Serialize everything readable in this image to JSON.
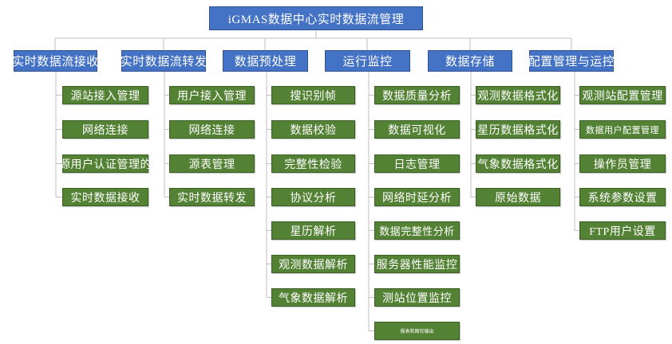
{
  "root": {
    "label": "iGMAS数据中心实时数据流管理"
  },
  "categories": [
    {
      "label": "实时数据流接收",
      "items": [
        "源站接入管理",
        "网络连接",
        "源用户认证管理的",
        "实时数据接收"
      ]
    },
    {
      "label": "实时数据流转发",
      "items": [
        "用户接入管理",
        "网络连接",
        "源表管理",
        "实时数据转发"
      ]
    },
    {
      "label": "数据预处理",
      "items": [
        "搜识别帧",
        "数据校验",
        "完整性检验",
        "协议分析",
        "星历解析",
        "观测数据解析",
        "气象数据解析"
      ]
    },
    {
      "label": "运行监控",
      "items": [
        "数据质量分析",
        "数据可视化",
        "日志管理",
        "网络时延分析",
        "数据完整性分析",
        "服务器性能监控",
        "测站位置监控",
        "报表和图形输出"
      ]
    },
    {
      "label": "数据存储",
      "items": [
        "观测数据格式化",
        "星历数据格式化",
        "气象数据格式化",
        "原始数据"
      ]
    },
    {
      "label": "配置管理与运控",
      "items": [
        "观测站配置管理",
        "数据用户配置管理",
        "操作员管理",
        "系统参数设置",
        "FTP用户设置"
      ]
    }
  ],
  "colors": {
    "node_blue": "#4472c4",
    "leaf_green": "#548235",
    "connector": "#bfbfbf"
  }
}
